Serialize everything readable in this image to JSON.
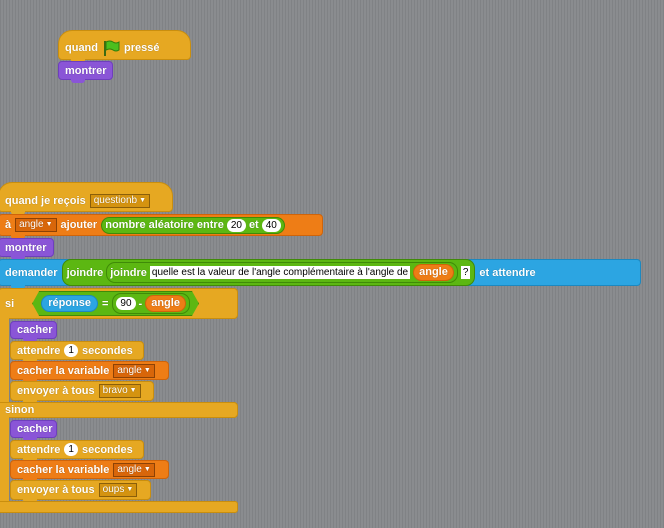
{
  "script1": {
    "hat_when": "quand",
    "hat_pressed": "pressé",
    "show": "montrer"
  },
  "script2": {
    "hat_label": "quand je reçois",
    "hat_message": "questionb",
    "set_to": "à",
    "set_var": "angle",
    "set_change": "ajouter",
    "random_label": "nombre aléatoire entre",
    "random_from": "20",
    "random_and": "et",
    "random_to": "40",
    "show": "montrer",
    "ask_label": "demander",
    "join1": "joindre",
    "join2": "joindre",
    "question_text": "quelle est la valeur de l'angle complémentaire à l'angle de",
    "angle_reporter": "angle",
    "question_mark": "?",
    "and_wait": "et attendre",
    "if_label": "si",
    "answer": "réponse",
    "equals": "=",
    "ninety": "90",
    "minus": "-",
    "angle2": "angle",
    "then": {
      "hide": "cacher",
      "wait": "attendre",
      "wait_value": "1",
      "seconds": "secondes",
      "hide_var": "cacher la variable",
      "hide_var_name": "angle",
      "broadcast": "envoyer à tous",
      "broadcast_msg": "bravo"
    },
    "else_label": "sinon",
    "else": {
      "hide": "cacher",
      "wait": "attendre",
      "wait_value": "1",
      "seconds": "secondes",
      "hide_var": "cacher la variable",
      "hide_var_name": "angle",
      "broadcast": "envoyer à tous",
      "broadcast_msg": "oups"
    }
  },
  "colors": {
    "control": "#e6a822",
    "looks": "#8a55d7",
    "sensing": "#2ca5e2",
    "data": "#ee7d16",
    "operators": "#5cb712",
    "background": "#8a8c8f"
  },
  "icons": {
    "flag": "green-flag-icon",
    "dropdown": "dropdown-arrow-icon"
  }
}
